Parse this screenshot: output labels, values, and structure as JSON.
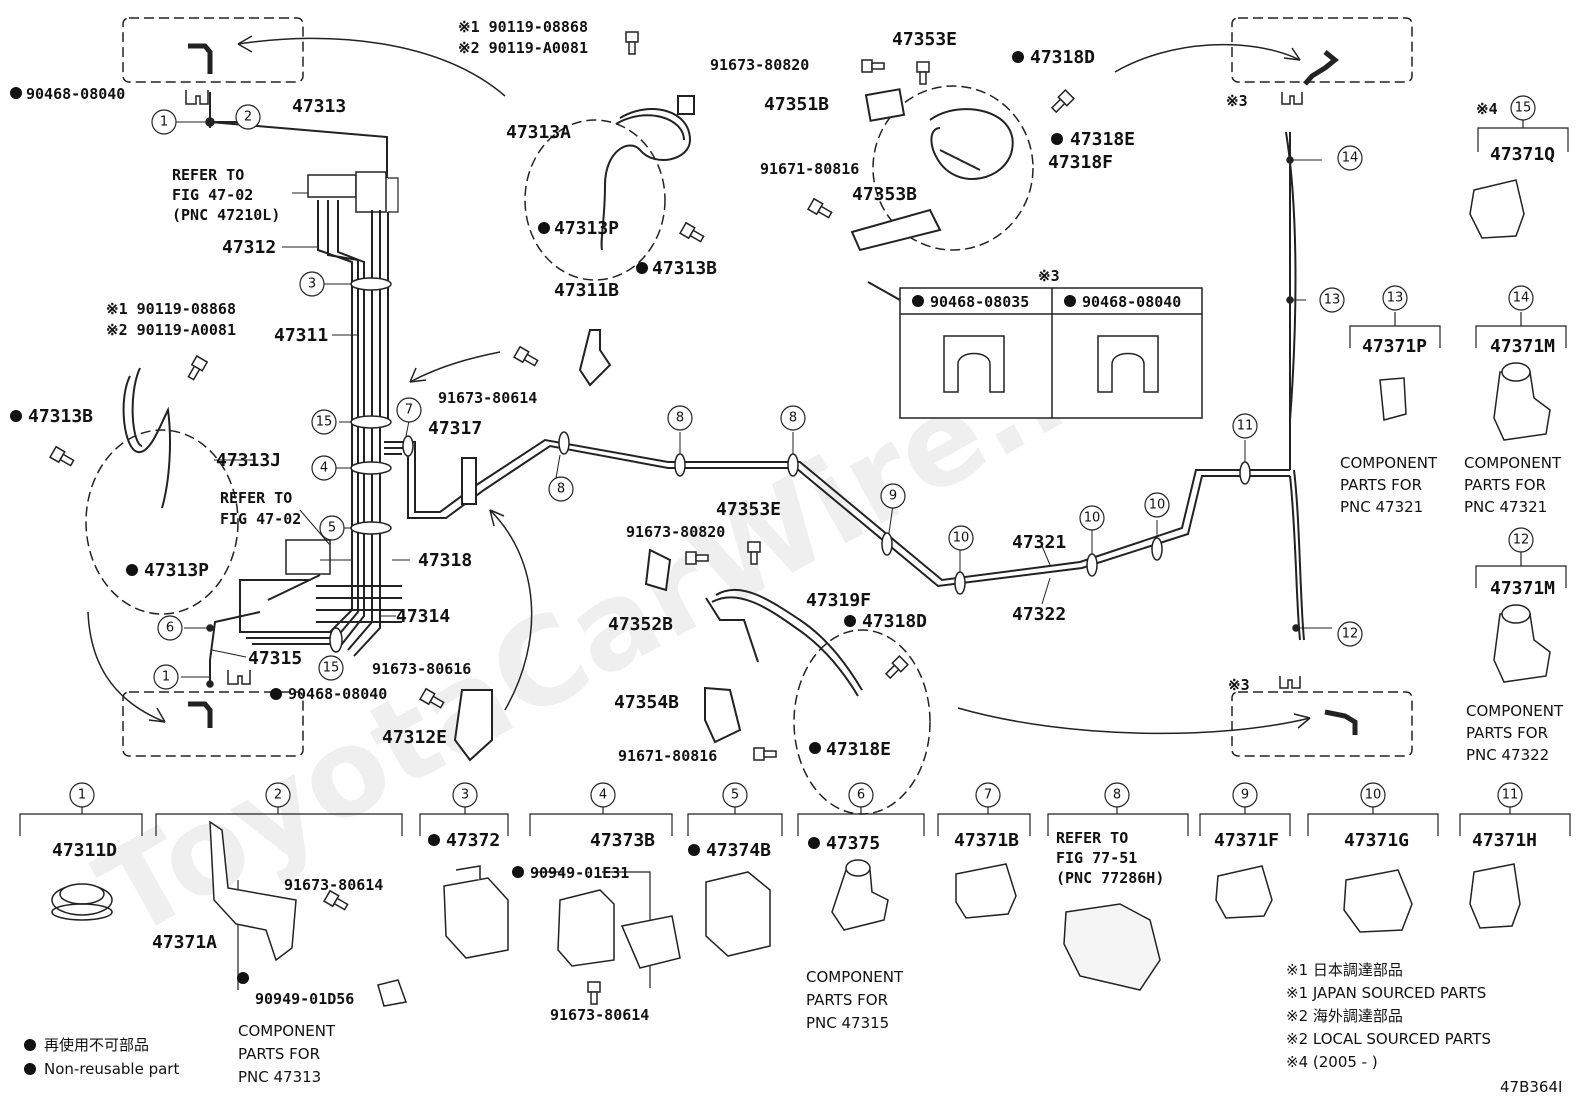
{
  "watermark": "ToyotaCarWire.ru",
  "figure_code": "47B364I",
  "labels": {
    "l_90468_08040_tl": "90468-08040",
    "l_47313": "47313",
    "l_refer_fig_a": "REFER TO",
    "l_refer_fig_b": "FIG 47-02",
    "l_refer_fig_c": "(PNC 47210L)",
    "l_47312": "47312",
    "l_47311": "47311",
    "l_x1_top": "※1 90119-08868",
    "l_x2_top": "※2 90119-A0081",
    "l_47313A": "47313A",
    "l_47313P_top": "47313P",
    "l_47313B_top": "47313B",
    "l_47311B": "47311B",
    "l_91673_80614_mid": "91673-80614",
    "l_x1_left": "※1 90119-08868",
    "l_x2_left": "※2 90119-A0081",
    "l_47313B_left": "47313B",
    "l_47313J": "47313J",
    "l_refer2_a": "REFER TO",
    "l_refer2_b": "FIG 47-02",
    "l_47313P_left": "47313P",
    "l_47317": "47317",
    "l_47318": "47318",
    "l_47314": "47314",
    "l_47315": "47315",
    "l_90468_08040_bl": "90468-08040",
    "l_91673_80616": "91673-80616",
    "l_47312E": "47312E",
    "l_91673_80820_top": "91673-80820",
    "l_47353E_top": "47353E",
    "l_47318D_top": "47318D",
    "l_47351B": "47351B",
    "l_47318E_top": "47318E",
    "l_47318F": "47318F",
    "l_91671_80816_top": "91671-80816",
    "l_47353B": "47353B",
    "l_x3_box": "※3",
    "l_90468_08035_box": "90468-08035",
    "l_90468_08040_box": "90468-08040",
    "l_91673_80820_mid": "91673-80820",
    "l_47353E_mid": "47353E",
    "l_47319F": "47319F",
    "l_47352B": "47352B",
    "l_47318D_mid": "47318D",
    "l_47354B": "47354B",
    "l_91671_80816_mid": "91671-80816",
    "l_47318E_mid": "47318E",
    "l_47321": "47321",
    "l_47322": "47322",
    "l_x3_tr": "※3",
    "l_x3_br": "※3",
    "l_x4": "※4",
    "l_47371Q": "47371Q",
    "l_47371P": "47371P",
    "l_47371M_14": "47371M",
    "l_47371M_12": "47371M",
    "l_cp_p_a": "COMPONENT",
    "l_cp_p_b": "PARTS FOR",
    "l_cp_p_c": "PNC 47321",
    "l_cp_m14_a": "COMPONENT",
    "l_cp_m14_b": "PARTS FOR",
    "l_cp_m14_c": "PNC 47321",
    "l_cp_m12_a": "COMPONENT",
    "l_cp_m12_b": "PARTS FOR",
    "l_cp_m12_c": "PNC 47322"
  },
  "legend_bottom": {
    "b1": "47311D",
    "b2_a": "91673-80614",
    "b2_b": "47371A",
    "b2_c": "90949-01D56",
    "b2_cp_a": "COMPONENT",
    "b2_cp_b": "PARTS FOR",
    "b2_cp_c": "PNC 47313",
    "b3": "47372",
    "b4": "47373B",
    "b4_a": "90949-01E31",
    "b4_b": "91673-80614",
    "b5": "47374B",
    "b6": "47375",
    "b6_cp_a": "COMPONENT",
    "b6_cp_b": "PARTS FOR",
    "b6_cp_c": "PNC 47315",
    "b7": "47371B",
    "b8_a": "REFER TO",
    "b8_b": "FIG 77-51",
    "b8_c": "(PNC 77286H)",
    "b9": "47371F",
    "b10": "47371G",
    "b11": "47371H"
  },
  "notes": {
    "n1": "再使用不可部品",
    "n2": "Non-reusable part",
    "x1_jp": "※1 日本調達部品",
    "x1_en": "※1 JAPAN SOURCED PARTS",
    "x2_jp": "※2 海外調達部品",
    "x2_en": "※2 LOCAL SOURCED PARTS",
    "x4": "※4 (2005 -      )"
  },
  "callouts": {
    "c1": "1",
    "c2": "2",
    "c3": "3",
    "c4": "4",
    "c5": "5",
    "c6": "6",
    "c7": "7",
    "c8": "8",
    "c9": "9",
    "c10": "10",
    "c11": "11",
    "c12": "12",
    "c13": "13",
    "c14": "14",
    "c15": "15"
  }
}
